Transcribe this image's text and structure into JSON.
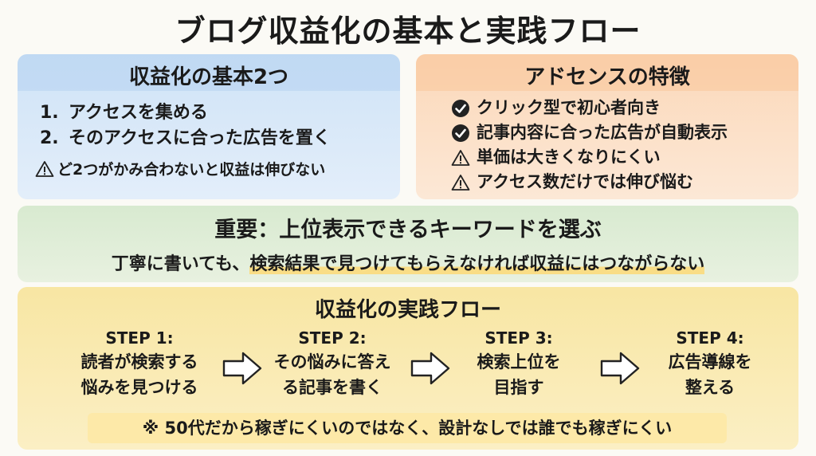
{
  "title": "ブログ収益化の基本と実践フロー",
  "basics": {
    "heading": "収益化の基本2つ",
    "items": [
      {
        "num": "1.",
        "text": "アクセスを集める"
      },
      {
        "num": "2.",
        "text": "そのアクセスに合った広告を置く"
      }
    ],
    "warning": "ど2つがかみ合わないと収益は伸びない"
  },
  "adsense": {
    "heading": "アドセンスの特徴",
    "items": [
      {
        "icon": "check-icon",
        "text": "クリック型で初心者向き"
      },
      {
        "icon": "check-icon",
        "text": "記事内容に合った広告が自動表示"
      },
      {
        "icon": "warning-icon",
        "text": "単価は大きくなりにくい"
      },
      {
        "icon": "warning-icon",
        "text": "アクセス数だけでは伸び悩む"
      }
    ]
  },
  "keyword": {
    "heading": "重要：上位表示できるキーワードを選ぶ",
    "sub_plain": "丁寧に書いても、",
    "sub_highlight": "検索結果で見つけてもらえなければ収益にはつながらない"
  },
  "flow": {
    "heading": "収益化の実践フロー",
    "steps": [
      {
        "label": "STEP 1:",
        "line1": "読者が検索する",
        "line2": "悩みを見つける"
      },
      {
        "label": "STEP 2:",
        "line1": "その悩みに答え",
        "line2": "る記事を書く"
      },
      {
        "label": "STEP 3:",
        "line1": "検索上位を",
        "line2": "目指す"
      },
      {
        "label": "STEP 4:",
        "line1": "広告導線を",
        "line2": "整える"
      }
    ],
    "note": "※ 50代だから稼ぎにくいのではなく、設計なしでは誰でも稼ぎにくい"
  },
  "colors": {
    "blue": "#cfe3f7",
    "orange": "#fbd8b9",
    "green": "#d8ead0",
    "yellow": "#f8e6a3",
    "highlight": "#f9dd86"
  }
}
